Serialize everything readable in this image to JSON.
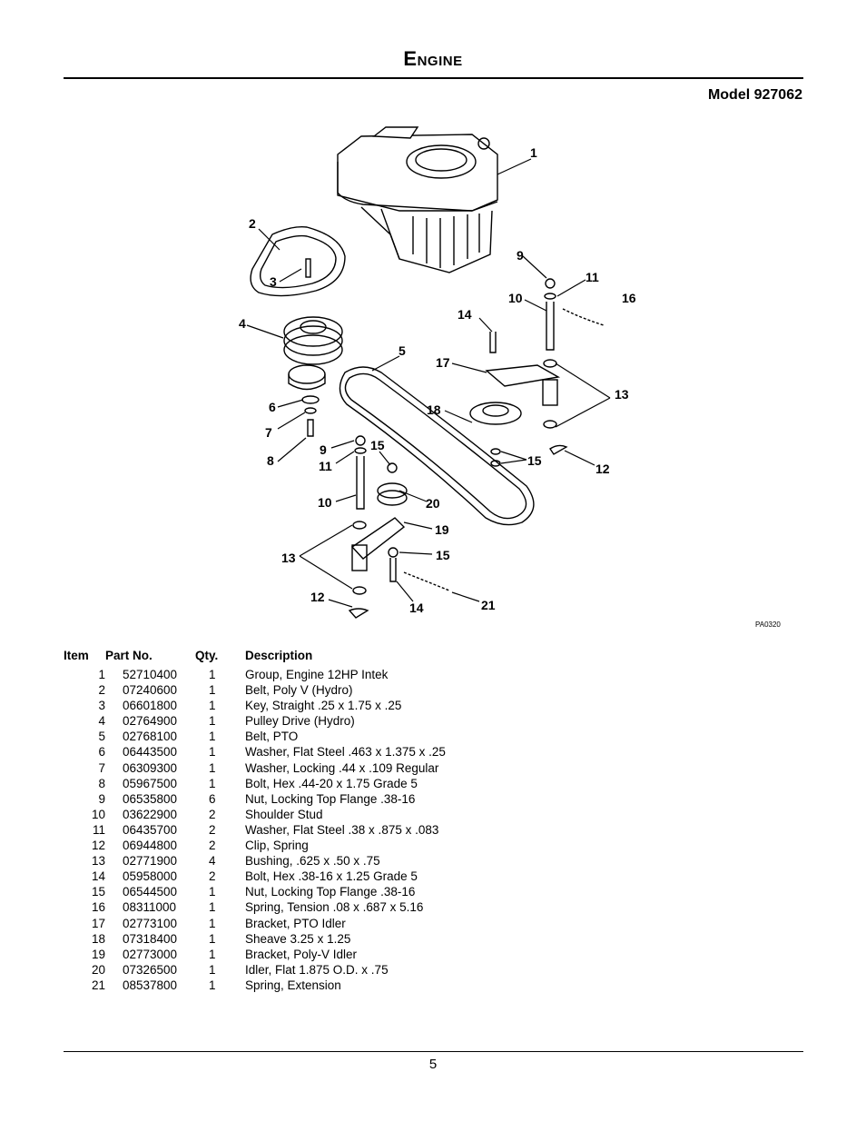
{
  "header": {
    "title": "Engine",
    "model": "Model 927062"
  },
  "diagram": {
    "code": "PA0320",
    "callouts": [
      "1",
      "2",
      "3",
      "4",
      "5",
      "6",
      "7",
      "8",
      "9",
      "11",
      "10",
      "9",
      "11",
      "10",
      "14",
      "16",
      "17",
      "13",
      "18",
      "15",
      "15",
      "12",
      "20",
      "19",
      "13",
      "15",
      "12",
      "14",
      "21"
    ]
  },
  "parts_table": {
    "headers": {
      "item": "Item",
      "part": "Part No.",
      "qty": "Qty.",
      "desc": "Description"
    },
    "rows": [
      {
        "item": "1",
        "part": "52710400",
        "qty": "1",
        "desc": "Group, Engine 12HP Intek"
      },
      {
        "item": "2",
        "part": "07240600",
        "qty": "1",
        "desc": "Belt, Poly V (Hydro)"
      },
      {
        "item": "3",
        "part": "06601800",
        "qty": "1",
        "desc": "Key, Straight .25 x 1.75 x .25"
      },
      {
        "item": "4",
        "part": "02764900",
        "qty": "1",
        "desc": "Pulley Drive (Hydro)"
      },
      {
        "item": "5",
        "part": "02768100",
        "qty": "1",
        "desc": "Belt, PTO"
      },
      {
        "item": "6",
        "part": "06443500",
        "qty": "1",
        "desc": "Washer, Flat Steel .463 x 1.375 x .25"
      },
      {
        "item": "7",
        "part": "06309300",
        "qty": "1",
        "desc": "Washer, Locking .44 x .109 Regular"
      },
      {
        "item": "8",
        "part": "05967500",
        "qty": "1",
        "desc": "Bolt, Hex .44-20 x 1.75 Grade 5"
      },
      {
        "item": "9",
        "part": "06535800",
        "qty": "6",
        "desc": "Nut, Locking Top Flange .38-16"
      },
      {
        "item": "10",
        "part": "03622900",
        "qty": "2",
        "desc": "Shoulder Stud"
      },
      {
        "item": "11",
        "part": "06435700",
        "qty": "2",
        "desc": "Washer, Flat Steel .38 x .875 x .083"
      },
      {
        "item": "12",
        "part": "06944800",
        "qty": "2",
        "desc": "Clip, Spring"
      },
      {
        "item": "13",
        "part": "02771900",
        "qty": "4",
        "desc": "Bushing, .625 x .50 x .75"
      },
      {
        "item": "14",
        "part": "05958000",
        "qty": "2",
        "desc": "Bolt, Hex .38-16 x 1.25 Grade 5"
      },
      {
        "item": "15",
        "part": "06544500",
        "qty": "1",
        "desc": "Nut, Locking Top Flange .38-16"
      },
      {
        "item": "16",
        "part": "08311000",
        "qty": "1",
        "desc": "Spring, Tension .08 x .687 x 5.16"
      },
      {
        "item": "17",
        "part": "02773100",
        "qty": "1",
        "desc": "Bracket, PTO Idler"
      },
      {
        "item": "18",
        "part": "07318400",
        "qty": "1",
        "desc": "Sheave 3.25 x 1.25"
      },
      {
        "item": "19",
        "part": "02773000",
        "qty": "1",
        "desc": "Bracket, Poly-V Idler"
      },
      {
        "item": "20",
        "part": "07326500",
        "qty": "1",
        "desc": "Idler,  Flat 1.875 O.D. x .75"
      },
      {
        "item": "21",
        "part": "08537800",
        "qty": "1",
        "desc": "Spring, Extension"
      }
    ]
  },
  "footer": {
    "page_number": "5"
  }
}
